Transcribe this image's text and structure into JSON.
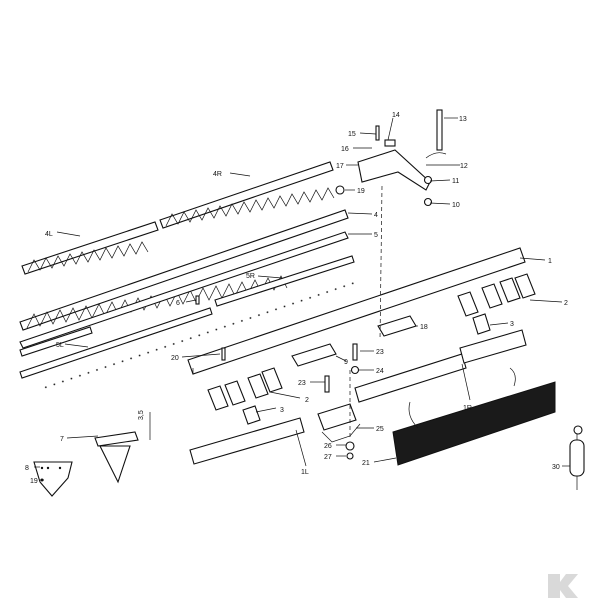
{
  "callouts": [
    {
      "id": "c1",
      "text": "1"
    },
    {
      "id": "c2",
      "text": "2"
    },
    {
      "id": "c3a",
      "text": "3"
    },
    {
      "id": "c3b",
      "text": "3"
    },
    {
      "id": "c4",
      "text": "4"
    },
    {
      "id": "c4R",
      "text": "4R"
    },
    {
      "id": "c4L",
      "text": "4L"
    },
    {
      "id": "c5",
      "text": "5"
    },
    {
      "id": "c5R",
      "text": "5R"
    },
    {
      "id": "c5L",
      "text": "5L"
    },
    {
      "id": "c6",
      "text": "6"
    },
    {
      "id": "c7",
      "text": "7"
    },
    {
      "id": "c8",
      "text": "8"
    },
    {
      "id": "c9",
      "text": "9"
    },
    {
      "id": "c10",
      "text": "10"
    },
    {
      "id": "c11",
      "text": "11"
    },
    {
      "id": "c12",
      "text": "12"
    },
    {
      "id": "c13",
      "text": "13"
    },
    {
      "id": "c14",
      "text": "14"
    },
    {
      "id": "c15",
      "text": "15"
    },
    {
      "id": "c16",
      "text": "16"
    },
    {
      "id": "c17",
      "text": "17"
    },
    {
      "id": "c18",
      "text": "18"
    },
    {
      "id": "c19a",
      "text": "19"
    },
    {
      "id": "c19b",
      "text": "19"
    },
    {
      "id": "c20",
      "text": "20"
    },
    {
      "id": "c21",
      "text": "21"
    },
    {
      "id": "c23a",
      "text": "23"
    },
    {
      "id": "c23b",
      "text": "23"
    },
    {
      "id": "c24",
      "text": "24"
    },
    {
      "id": "c25",
      "text": "25"
    },
    {
      "id": "c26",
      "text": "26"
    },
    {
      "id": "c27",
      "text": "27"
    },
    {
      "id": "c30",
      "text": "30"
    },
    {
      "id": "c1R",
      "text": "1R"
    },
    {
      "id": "c1L",
      "text": "1L"
    },
    {
      "id": "c2b",
      "text": "2"
    },
    {
      "id": "c35",
      "text": "3,5"
    }
  ]
}
